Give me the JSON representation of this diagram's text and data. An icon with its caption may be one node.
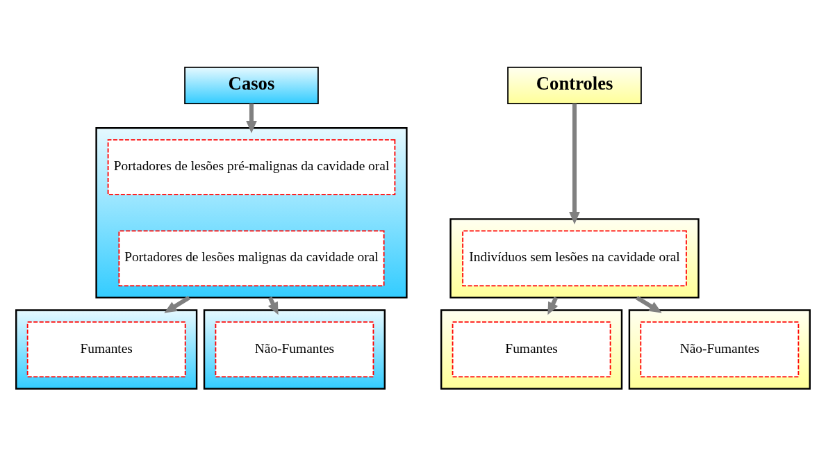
{
  "diagram": {
    "nodes": [
      {
        "text": [
          "Casos"
        ]
      },
      {
        "text": [
          "Controles"
        ]
      },
      {
        "text": [],
        "shape": "box"
      },
      {
        "text": [
          "Portadores de lesões pré-malignas da cavidade oral"
        ],
        "in": 2
      },
      {
        "text": [
          "Portadores de lesões malignas da cavidade oral"
        ],
        "in": 2
      },
      {
        "text": [],
        "shape": "box"
      },
      {
        "text": [
          "Indivíduos sem lesões na cavidade oral"
        ],
        "in": 5
      },
      {
        "text": [],
        "shape": "box"
      },
      {
        "text": [
          "Fumantes"
        ],
        "in": 7
      },
      {
        "text": [],
        "shape": "box"
      },
      {
        "text": [
          "Não-Fumantes"
        ],
        "in": 9
      },
      {
        "text": [],
        "shape": "box"
      },
      {
        "text": [
          "Fumantes"
        ],
        "in": 11
      },
      {
        "text": [],
        "shape": "box"
      },
      {
        "text": [
          "Não-Fumantes"
        ],
        "in": 13
      }
    ],
    "edges": [
      {
        "from": 0,
        "to": 2,
        "arrow": "to"
      },
      {
        "from": 1,
        "to": 5,
        "arrow": "to"
      },
      {
        "from": 2,
        "to": 7,
        "arrow": "to"
      },
      {
        "from": 2,
        "to": 9,
        "arrow": "to"
      },
      {
        "from": 5,
        "to": 11,
        "arrow": "to"
      },
      {
        "from": 5,
        "to": 13,
        "arrow": "to"
      }
    ]
  }
}
